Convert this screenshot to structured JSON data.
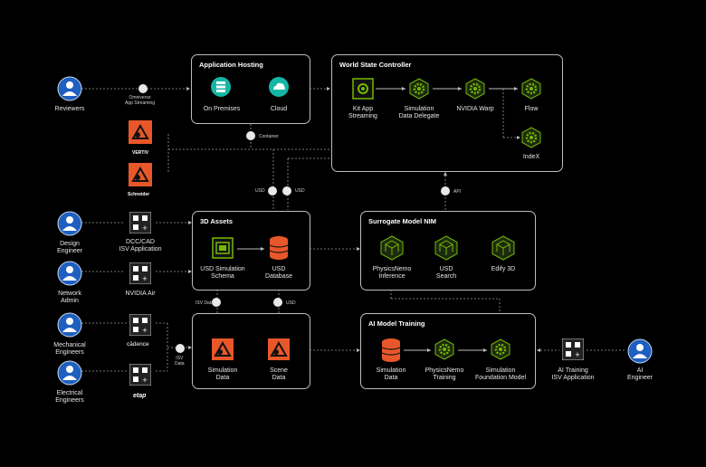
{
  "sections": {
    "app_hosting": "Application Hosting",
    "world_state": "World State Controller",
    "assets_3d": "3D Assets",
    "surrogate": "Surrogate Model NIM",
    "ai_training": "AI Model Training"
  },
  "people": {
    "reviewers": "Reviewers",
    "design_engineer": "Design\nEngineer",
    "network_admin": "Network\nAdmin",
    "mechanical_engineers": "Mechanical\nEngineers",
    "electrical_engineers": "Electrical\nEngineers",
    "ai_engineer": "AI\nEngineer"
  },
  "nodes": {
    "on_premises": "On Premises",
    "cloud": "Cloud",
    "kit_app": "Kit App\nStreaming",
    "sim_delegate": "Simulation\nData Delegate",
    "nvidia_warp": "NVIDIA Warp",
    "flow": "Flow",
    "indexx": "IndeX",
    "dcc_cad": "DCC/CAD\nISV Application",
    "nvidia_air": "NVIDIA Air",
    "usd_schema": "USD Simulation\nSchema",
    "usd_database": "USD\nDatabase",
    "physicsnemo_inf": "PhysicsNemo\nInference",
    "usd_search": "USD\nSearch",
    "edify": "Edify 3D",
    "sim_data_1": "Simulation\nData",
    "scene_data": "Scene\nData",
    "sim_data_2": "Simulation\nData",
    "physicsnemo_train": "PhysicsNemo\nTraining",
    "sim_foundation": "Simulation\nFoundation Model",
    "ai_training_app": "AI Training\nISV Application"
  },
  "connectors": {
    "omniverse": "Omniverse\nApp Streaming",
    "container": "Container",
    "usd_left": "USD",
    "usd_right": "USD",
    "api": "API",
    "isv_data_top": "ISV Data",
    "usd_mid": "USD",
    "isv_data_left": "ISV\nData"
  },
  "logos": {
    "vertiv": "VERTIV",
    "schneider": "Schneider",
    "cadence": "cādence",
    "etap": "etap"
  },
  "colors": {
    "accent_green": "#76b900",
    "person_blue": "#1f5fbf",
    "orange": "#e8572a",
    "teal": "#15b6a6",
    "line": "#bdbdbd"
  }
}
